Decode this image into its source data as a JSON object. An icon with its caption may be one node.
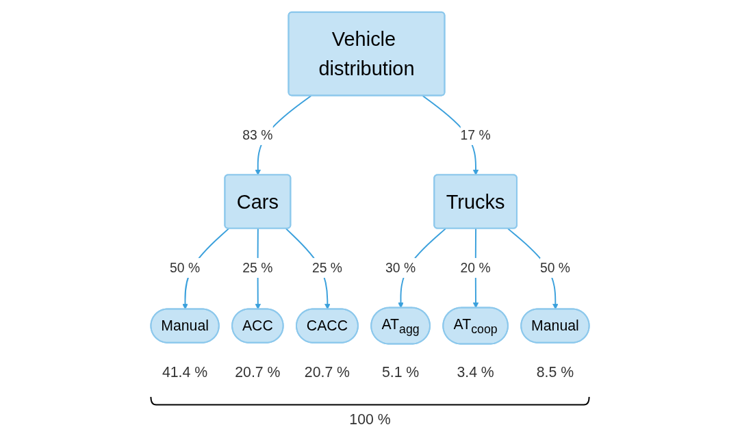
{
  "diagram": {
    "nodes": [
      {
        "text": [
          "Vehicle distribution"
        ]
      },
      {
        "text": [
          "Cars"
        ]
      },
      {
        "text": [
          "Trucks"
        ]
      },
      {
        "text": [
          "Manual"
        ],
        "beside": [
          "41.4 %"
        ]
      },
      {
        "text": [
          "ACC"
        ],
        "beside": [
          "20.7 %"
        ]
      },
      {
        "text": [
          "CACC"
        ],
        "beside": [
          "20.7 %"
        ]
      },
      {
        "text": [
          "AT$_{agg}$"
        ],
        "beside": [
          "5.1 %"
        ]
      },
      {
        "text": [
          "AT$_{coop}$"
        ],
        "beside": [
          "3.4 %"
        ]
      },
      {
        "text": [
          "Manual"
        ],
        "beside": [
          "8.5 %"
        ]
      }
    ],
    "edges": [
      {
        "from": 0,
        "to": 1,
        "arrow": "to",
        "label": "83 %"
      },
      {
        "from": 0,
        "to": 2,
        "arrow": "to",
        "label": "17 %"
      },
      {
        "from": 1,
        "to": 3,
        "arrow": "to",
        "label": "50 %"
      },
      {
        "from": 1,
        "to": 4,
        "arrow": "to",
        "label": "25 %"
      },
      {
        "from": 1,
        "to": 5,
        "arrow": "to",
        "label": "25 %"
      },
      {
        "from": 2,
        "to": 6,
        "arrow": "to",
        "label": "30 %"
      },
      {
        "from": 2,
        "to": 7,
        "arrow": "to",
        "label": "20 %"
      },
      {
        "from": 2,
        "to": 8,
        "arrow": "to",
        "label": "50 %"
      }
    ],
    "labels": [
      "100 %"
    ]
  }
}
